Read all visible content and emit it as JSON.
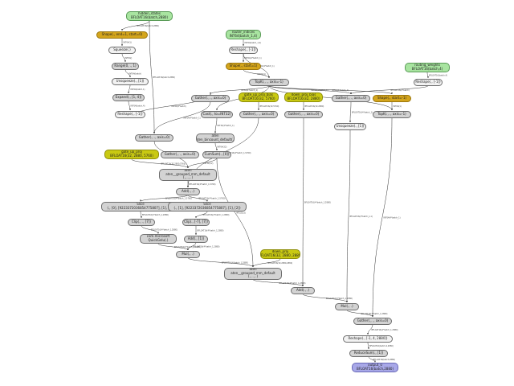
{
  "nodes": [
    {
      "id": "hidden_states",
      "kind": "input",
      "lines": [
        "hidden_states",
        "BFLOAT16(batch,2880)"
      ]
    },
    {
      "id": "shape_end",
      "kind": "shape",
      "lines": [
        "Shape(., end=1, start=0)"
      ]
    },
    {
      "id": "squeeze",
      "kind": "light",
      "lines": [
        "Squeeze(.)"
      ]
    },
    {
      "id": "range",
      "kind": "op",
      "lines": [
        "Range(0, ., 1)"
      ]
    },
    {
      "id": "unsqueeze1",
      "kind": "light",
      "lines": [
        "Unsqueeze(., [1])"
      ]
    },
    {
      "id": "expand",
      "kind": "op",
      "lines": [
        "Expand(., [1, 4])"
      ]
    },
    {
      "id": "reshape_m1",
      "kind": "light",
      "lines": [
        "Reshape(., [-1])"
      ]
    },
    {
      "id": "gather_a",
      "kind": "op",
      "lines": [
        "Gather(., ., axis=0)"
      ]
    },
    {
      "id": "router_indices",
      "kind": "input",
      "lines": [
        "router_indices",
        "INT64(batch_1,4)"
      ]
    },
    {
      "id": "reshape_ri",
      "kind": "light",
      "lines": [
        "Reshape(., [-1])"
      ]
    },
    {
      "id": "shape_start",
      "kind": "shape",
      "lines": [
        "Shape(., start=1)"
      ]
    },
    {
      "id": "topk_a",
      "kind": "op",
      "lines": [
        "TopK(., ., axis=-1)"
      ]
    },
    {
      "id": "gather_b",
      "kind": "op",
      "lines": [
        "Gather(., ., axis=0)"
      ]
    },
    {
      "id": "gate_up_proj_bias",
      "kind": "param",
      "lines": [
        "gate_up_proj_bias",
        "BFLOAT16(32, 5760)"
      ]
    },
    {
      "id": "down_proj_bias",
      "kind": "param",
      "lines": [
        "down_proj_bias",
        "BFLOAT16(32, 2880)"
      ]
    },
    {
      "id": "gather_c",
      "kind": "op",
      "lines": [
        "Gather(., ., axis=0)"
      ]
    },
    {
      "id": "shape_start2",
      "kind": "shape",
      "lines": [
        "Shape(., start=-1)"
      ]
    },
    {
      "id": "routing_weights",
      "kind": "input",
      "lines": [
        "routing_weights",
        "BFLOAT16(batch,4)"
      ]
    },
    {
      "id": "reshape_rw",
      "kind": "light",
      "lines": [
        "Reshape(., [-1])"
      ]
    },
    {
      "id": "cast",
      "kind": "op",
      "lines": [
        "Cast(., to=INT32)"
      ]
    },
    {
      "id": "gather_d",
      "kind": "op",
      "lines": [
        "Gather(., ., axis=0)"
      ]
    },
    {
      "id": "gather_e",
      "kind": "op",
      "lines": [
        "Gather(., ., axis=0)"
      ]
    },
    {
      "id": "unsqueeze2",
      "kind": "light",
      "lines": [
        "Unsqueeze(., [1])"
      ]
    },
    {
      "id": "topk_b",
      "kind": "op",
      "lines": [
        "TopK(., ., axis=-1)"
      ]
    },
    {
      "id": "bincount",
      "kind": "op",
      "lines": [
        "aten",
        "aten_bincount_default(.)"
      ]
    },
    {
      "id": "cumsum",
      "kind": "op",
      "lines": [
        "CumSum(., [0])"
      ]
    },
    {
      "id": "gather_f",
      "kind": "op",
      "lines": [
        "Gather(., ., axis=0)"
      ]
    },
    {
      "id": "gate_up_proj",
      "kind": "param",
      "lines": [
        "gate_up_proj",
        "BFLOAT16(32, 2880, 5760)"
      ]
    },
    {
      "id": "grouped_mm1",
      "kind": "op",
      "lines": [
        "aten",
        "aten__grouped_mm_default",
        "(., ., .)"
      ]
    },
    {
      "id": "add1",
      "kind": "op",
      "lines": [
        "Add(., .)"
      ]
    },
    {
      "id": "slice1",
      "kind": "op",
      "lines": [
        "Slice",
        "(., [0], [9223372036854775807], [1], [2])"
      ]
    },
    {
      "id": "slice2",
      "kind": "op",
      "lines": [
        "Slice",
        "(., [1], [9223372036854775807], [1], [2])"
      ]
    },
    {
      "id": "clip1",
      "kind": "op",
      "lines": [
        "Clip(., ., [7])"
      ]
    },
    {
      "id": "clip2",
      "kind": "op",
      "lines": [
        "Clip(., [-7], [7])"
      ]
    },
    {
      "id": "quickgelu",
      "kind": "op",
      "lines": [
        "com.microsoft",
        "QuickGelu(.)"
      ]
    },
    {
      "id": "add2",
      "kind": "op",
      "lines": [
        "Add(., [1])"
      ]
    },
    {
      "id": "mul1",
      "kind": "op",
      "lines": [
        "Mul(., .)"
      ]
    },
    {
      "id": "down_proj",
      "kind": "param",
      "lines": [
        "down_proj",
        "BFLOAT16(32, 2880, 2880)"
      ]
    },
    {
      "id": "grouped_mm2",
      "kind": "op",
      "lines": [
        "aten",
        "aten__grouped_mm_default",
        "(., ., .)"
      ]
    },
    {
      "id": "add3",
      "kind": "op",
      "lines": [
        "Add(., .)"
      ]
    },
    {
      "id": "mul2",
      "kind": "op",
      "lines": [
        "Mul(., .)"
      ]
    },
    {
      "id": "gather_g",
      "kind": "op",
      "lines": [
        "Gather(., ., axis=0)"
      ]
    },
    {
      "id": "reshape_final",
      "kind": "light",
      "lines": [
        "Reshape(., [-1, 4, 2880])"
      ]
    },
    {
      "id": "reducesum",
      "kind": "op",
      "lines": [
        "ReduceSum(., [1])"
      ]
    },
    {
      "id": "output_0",
      "kind": "output",
      "lines": [
        "output_0",
        "BFLOAT16(batch,2880)"
      ]
    }
  ],
  "edges": [
    {
      "from": "hidden_states",
      "to": "shape_end",
      "label": "BFLOAT16(batch,2880)"
    },
    {
      "from": "hidden_states",
      "to": "gather_a",
      "label": "BFLOAT16(batch,2880)"
    },
    {
      "from": "shape_end",
      "to": "squeeze",
      "label": "INT64(1)"
    },
    {
      "from": "squeeze",
      "to": "range",
      "label": "INT64()"
    },
    {
      "from": "range",
      "to": "unsqueeze1",
      "label": "INT64(batch)"
    },
    {
      "from": "unsqueeze1",
      "to": "expand",
      "label": "INT64(batch,1)"
    },
    {
      "from": "expand",
      "to": "reshape_m1",
      "label": "INT64(batch,4)"
    },
    {
      "from": "reshape_m1",
      "to": "gather_b",
      "label": "INT64(4*batch)"
    },
    {
      "from": "router_indices",
      "to": "reshape_ri",
      "label": "INT64(batch_1,4)"
    },
    {
      "from": "reshape_ri",
      "to": "shape_start",
      "label": "INT64(4*batch_1)"
    },
    {
      "from": "reshape_ri",
      "to": "topk_a",
      "label": "INT64(4*batch_1)"
    },
    {
      "from": "shape_start",
      "to": "topk_a",
      "label": "INT64(1)"
    },
    {
      "from": "topk_a",
      "to": "gather_b",
      "label": "INT64(4*batch_1)"
    },
    {
      "from": "topk_a",
      "to": "gather_c",
      "label": "INT64(4*batch_1)"
    },
    {
      "from": "topk_a",
      "to": "cast",
      "label": "INT64(4*batch_1)"
    },
    {
      "from": "topk_a",
      "to": "topk_b",
      "label": "INT64(4*batch_1)"
    },
    {
      "from": "topk_a",
      "to": "shape_start2",
      "label": "INT64(4*batch_1)"
    },
    {
      "from": "gather_b",
      "to": "gather_a",
      "label": "INT64(4*batch_1)"
    },
    {
      "from": "routing_weights",
      "to": "reshape_rw",
      "label": "BFLOAT16(batch,4)"
    },
    {
      "from": "reshape_rw",
      "to": "gather_c",
      "label": "BFLOAT16(4*batch)"
    },
    {
      "from": "gate_up_proj_bias",
      "to": "gather_d",
      "label": "BFLOAT16(32,5760)"
    },
    {
      "from": "down_proj_bias",
      "to": "gather_e",
      "label": "BFLOAT16(32,2880)"
    },
    {
      "from": "gather_c",
      "to": "unsqueeze2",
      "label": "BFLOAT16(4*batch_1)"
    },
    {
      "from": "shape_start2",
      "to": "topk_b",
      "label": "INT64(1)"
    },
    {
      "from": "topk_b",
      "to": "gather_g",
      "label": "INT64(4*batch_1)"
    },
    {
      "from": "cast",
      "to": "bincount",
      "label": "INT32(4*batch_1)"
    },
    {
      "from": "bincount",
      "to": "cumsum",
      "label": "INT64(32)"
    },
    {
      "from": "cumsum",
      "to": "grouped_mm1",
      "label": "INT32(32)"
    },
    {
      "from": "cumsum",
      "to": "grouped_mm2",
      "label": "INT32(32)"
    },
    {
      "from": "gather_a",
      "to": "grouped_mm1",
      "label": "BFLOAT16(4*batch_1,2880)"
    },
    {
      "from": "gate_up_proj",
      "to": "grouped_mm1",
      "label": "BFLOAT16(32,2880,5760)"
    },
    {
      "from": "gather_d",
      "to": "add1",
      "label": "BFLOAT16(4*batch_1,5760)"
    },
    {
      "from": "grouped_mm1",
      "to": "add1",
      "label": "BFLOAT16(4*batch_1,5760)"
    },
    {
      "from": "add1",
      "to": "slice1",
      "label": "BFLOAT16(4*batch_1,5760)"
    },
    {
      "from": "add1",
      "to": "slice2",
      "label": "BFLOAT16(4*batch_1,5760)"
    },
    {
      "from": "slice1",
      "to": "clip1",
      "label": "BFLOAT16(4*batch_1,2880)"
    },
    {
      "from": "slice2",
      "to": "clip2",
      "label": "BFLOAT16(4*batch_1,2880)"
    },
    {
      "from": "clip1",
      "to": "quickgelu",
      "label": "BFLOAT16(4*batch_1,2880)"
    },
    {
      "from": "clip2",
      "to": "add2",
      "label": "BFLOAT16(4*batch_1,2880)"
    },
    {
      "from": "quickgelu",
      "to": "mul1",
      "label": "BFLOAT16(4*batch_1,2880)"
    },
    {
      "from": "add2",
      "to": "mul1",
      "label": "BFLOAT16(4*batch_1,2880)"
    },
    {
      "from": "mul1",
      "to": "grouped_mm2",
      "label": "BFLOAT16(4*batch_1,2880)"
    },
    {
      "from": "down_proj",
      "to": "grouped_mm2",
      "label": "BFLOAT16(32,2880,2880)"
    },
    {
      "from": "grouped_mm2",
      "to": "add3",
      "label": "BFLOAT16(4*batch_1,2880)"
    },
    {
      "from": "gather_e",
      "to": "add3",
      "label": "BFLOAT16(4*batch_1,2880)"
    },
    {
      "from": "add3",
      "to": "mul2",
      "label": "BFLOAT16(4*batch_1,2880)"
    },
    {
      "from": "unsqueeze2",
      "to": "mul2",
      "label": "BFLOAT16(4*batch_1,1)"
    },
    {
      "from": "mul2",
      "to": "gather_g",
      "label": "BFLOAT16(4*batch_1,2880)"
    },
    {
      "from": "gather_g",
      "to": "reshape_final",
      "label": "BFLOAT16(4*batch_1,2880)"
    },
    {
      "from": "reshape_final",
      "to": "reducesum",
      "label": "BFLOAT16(batch,4,2880)"
    },
    {
      "from": "reducesum",
      "to": "output_0",
      "label": "BFLOAT16(batch,2880)"
    }
  ]
}
